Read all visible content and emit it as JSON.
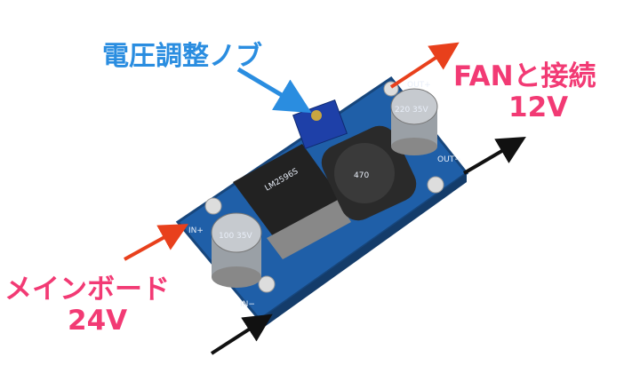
{
  "annotations": {
    "knob": "電圧調整ノブ",
    "fan_line1": "FANと接続",
    "fan_line2": "12V",
    "main_line1": "メインボード",
    "main_line2": "24V"
  },
  "board": {
    "in_plus": "IN+",
    "in_minus": "IN−",
    "out_plus": "OUT+",
    "out_minus": "OUT−",
    "chip": "LM2596S",
    "inductor": "470",
    "cap_in": "100 35V",
    "cap_out": "220 35V"
  },
  "colors": {
    "blue_text": "#2a8de0",
    "pink_text": "#f23a74",
    "pcb": "#1f5fa8",
    "red_arrow": "#e8401c",
    "black_arrow": "#111111"
  }
}
